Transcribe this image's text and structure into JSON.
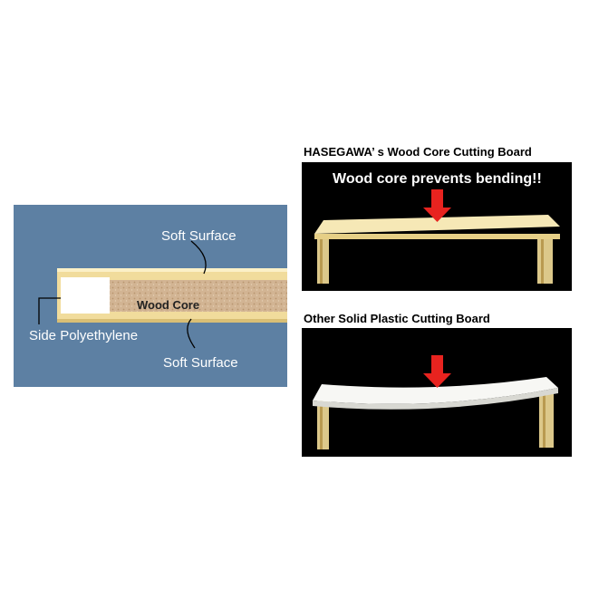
{
  "cross_section": {
    "labels": {
      "soft_surface_top": "Soft Surface",
      "wood_core": "Wood Core",
      "side_polyethylene": "Side Polyethylene",
      "soft_surface_bottom": "Soft Surface"
    }
  },
  "panel_top": {
    "title": "HASEGAWA’ s  Wood Core Cutting Board",
    "caption": "Wood core prevents bending!!"
  },
  "panel_bottom": {
    "title": "Other Solid Plastic Cutting Board"
  },
  "colors": {
    "panel_bg": "#5d80a3",
    "soft_surface": "#f1dc9c",
    "wood_core": "#d2b493",
    "polyethylene": "#ffffff",
    "arrow": "#e8231f",
    "photo_bg": "#000000"
  }
}
